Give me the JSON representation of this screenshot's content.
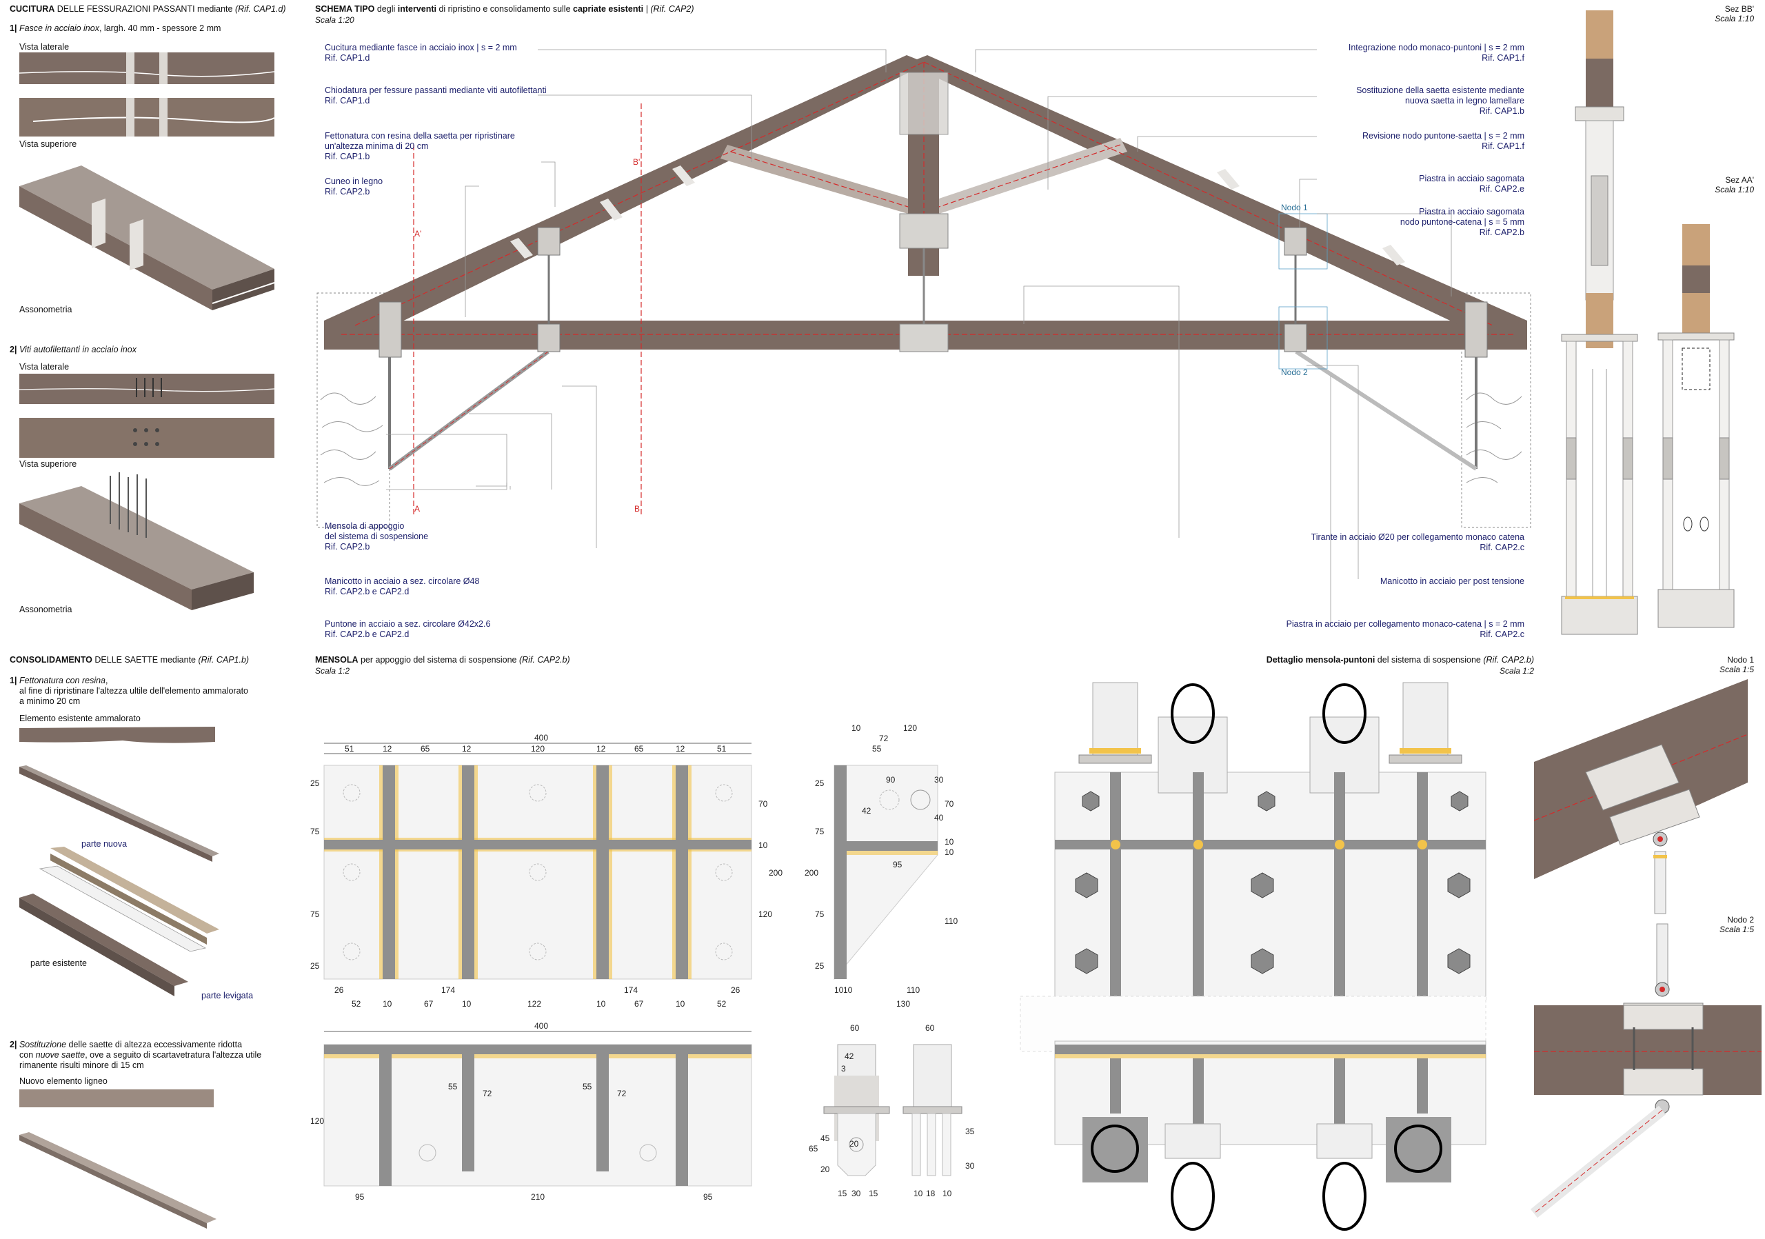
{
  "cucitura": {
    "title_bold": "CUCITURA",
    "title_rest": " DELLE FESSURAZIONI PASSANTI mediante ",
    "title_ref": "(Rif. CAP1.d)",
    "step1_num": "1|",
    "step1_text": "Fasce in acciaio inox",
    "step1_rest": ", largh. 40 mm - spessore 2 mm",
    "vista_laterale": "Vista laterale",
    "vista_superiore": "Vista superiore",
    "assonometria": "Assonometria",
    "step2_num": "2|",
    "step2_text": "Viti autofilettanti in acciaio inox",
    "vista_laterale_2": "Vista laterale",
    "vista_superiore_2": "Vista superiore",
    "assonometria_2": "Assonometria"
  },
  "consolidamento": {
    "title_bold": "CONSOLIDAMENTO",
    "title_rest": " DELLE SAETTE mediante ",
    "title_ref": "(Rif. CAP1.b)",
    "step1_num": "1|",
    "step1_text": "Fettonatura con resina",
    "step1_rest": ",",
    "step1_line2": "al fine di ripristinare l'altezza ultile dell'elemento ammalorato",
    "step1_line3": "a minimo 20 cm",
    "elemento": "Elemento esistente ammalorato",
    "parte_nuova": "parte nuova",
    "parte_esistente": "parte esistente",
    "parte_levigata": "parte levigata",
    "step2_num": "2|",
    "step2_text": "Sostituzione",
    "step2_rest": " delle saette di altezza eccessivamente ridotta",
    "step2_line2a": "con ",
    "step2_line2b": "nuove saette",
    "step2_line2c": ", ove a seguito di scartavetratura l'altezza utile",
    "step2_line3": "rimanente risulti minore di 15 cm",
    "nuovo": "Nuovo elemento ligneo"
  },
  "schema": {
    "title_bold1": "SCHEMA TIPO",
    "title_mid1": " degli ",
    "title_bold2": "interventi",
    "title_mid2": " di ripristino e consolidamento sulle ",
    "title_bold3": "capriate esistenti",
    "title_ref": " | (Rif. CAP2)",
    "scale": "Scala 1:20",
    "left_notes": [
      {
        "line1": "Cucitura mediante fasce in acciaio inox | s = 2 mm",
        "line2": "Rif. CAP1.d"
      },
      {
        "line1": "Chiodatura per fessure passanti mediante viti autofilettanti",
        "line2": "Rif. CAP1.d"
      },
      {
        "line1": "Fettonatura con resina della saetta per ripristinare",
        "line1b": "un'altezza minima di 20 cm",
        "line2": "Rif. CAP1.b"
      },
      {
        "line1": "Cuneo in legno",
        "line2": "Rif. CAP2.b"
      }
    ],
    "right_notes": [
      {
        "line1": "Integrazione nodo monaco-puntoni | s = 2 mm",
        "line2": "Rif. CAP1.f"
      },
      {
        "line1": "Sostituzione della saetta esistente mediante",
        "line1b": "nuova saetta in legno lamellare",
        "line2": "Rif. CAP1.b"
      },
      {
        "line1": "Revisione nodo puntone-saetta | s = 2 mm",
        "line2": "Rif. CAP1.f"
      },
      {
        "line1": "Piastra in acciaio sagomata",
        "line2": "Rif. CAP2.e"
      },
      {
        "line1": "Piastra in acciaio sagomata",
        "line1b": "nodo puntone-catena | s = 5 mm",
        "line2": "Rif. CAP2.b"
      }
    ],
    "bottom_left_notes": [
      {
        "line1": "Mensola di appoggio",
        "line1b": "del sistema di sospensione",
        "line2": "Rif. CAP2.b"
      },
      {
        "line1": "Manicotto in acciaio a sez. circolare Ø48",
        "line2": "Rif. CAP2.b e CAP2.d"
      },
      {
        "line1": "Puntone in acciaio a sez. circolare Ø42x2.6",
        "line2": "Rif. CAP2.b e CAP2.d"
      }
    ],
    "bottom_right_notes": [
      {
        "line1": "Tirante in acciaio Ø20 per collegamento monaco catena",
        "line2": "Rif. CAP2.c"
      },
      {
        "line1": "Manicotto in acciaio per post tensione"
      },
      {
        "line1": "Piastra in acciaio per collegamento monaco-catena | s = 2 mm",
        "line2": "Rif. CAP2.c"
      }
    ],
    "nodo1": "Nodo 1",
    "nodo2": "Nodo 2",
    "sec_a_top": "A'",
    "sec_a_bot": "A",
    "sec_b_top": "B'",
    "sec_b_bot": "B"
  },
  "sections": {
    "bb_title": "Sez BB'",
    "bb_scale": "Scala 1:10",
    "aa_title": "Sez AA'",
    "aa_scale": "Scala 1:10"
  },
  "mensola": {
    "title_bold": "MENSOLA",
    "title_rest": " per appoggio del sistema di sospensione ",
    "title_ref": "(Rif. CAP2.b)",
    "scale": "Scala 1:2",
    "dims_top": [
      "51",
      "12",
      "65",
      "12",
      "120",
      "12",
      "65",
      "12",
      "51"
    ],
    "total": "400",
    "dims_left": [
      "25",
      "75",
      "75",
      "25"
    ],
    "dims_right": [
      "70",
      "10",
      "200",
      "120"
    ],
    "dims_bottom1": [
      "26",
      "174",
      "174",
      "26"
    ],
    "dims_bottom2": [
      "52",
      "10",
      "67",
      "10",
      "122",
      "10",
      "67",
      "10",
      "52"
    ],
    "side_dims_top": [
      "10",
      "120",
      "72",
      "55"
    ],
    "side_dims": [
      "90",
      "42",
      "95",
      "30",
      "40"
    ],
    "side_left": [
      "25",
      "75",
      "200",
      "75",
      "25"
    ],
    "side_right": [
      "70",
      "10",
      "10",
      "110"
    ],
    "side_bottom": [
      "10",
      "10",
      "110",
      "130"
    ],
    "front2_total": "400",
    "front2_dims": [
      "55",
      "72",
      "55",
      "72"
    ],
    "front2_left": "120",
    "front2_bottom": [
      "95",
      "210",
      "95"
    ],
    "tube_dims_top": [
      "60",
      "60"
    ],
    "tube_dims": [
      "42",
      "3",
      "45",
      "65",
      "20",
      "35",
      "30",
      "20"
    ],
    "tube_bottom1": [
      "15",
      "30",
      "15"
    ],
    "tube_bottom2": [
      "10",
      "18",
      "10"
    ]
  },
  "dettaglio": {
    "title_bold": "Dettaglio mensola-puntoni",
    "title_rest": " del sistema di sospensione ",
    "title_ref": "(Rif. CAP2.b)",
    "scale": "Scala 1:2"
  },
  "nodi": {
    "n1_title": "Nodo 1",
    "n1_scale": "Scala 1:5",
    "n2_title": "Nodo 2",
    "n2_scale": "Scala 1:5"
  },
  "colors": {
    "wood": "#7b6a62",
    "steel": "#9a9a9a",
    "annotation": "#1c1f6b",
    "section_red": "#d42a2a",
    "weld": "#f2c34a"
  }
}
